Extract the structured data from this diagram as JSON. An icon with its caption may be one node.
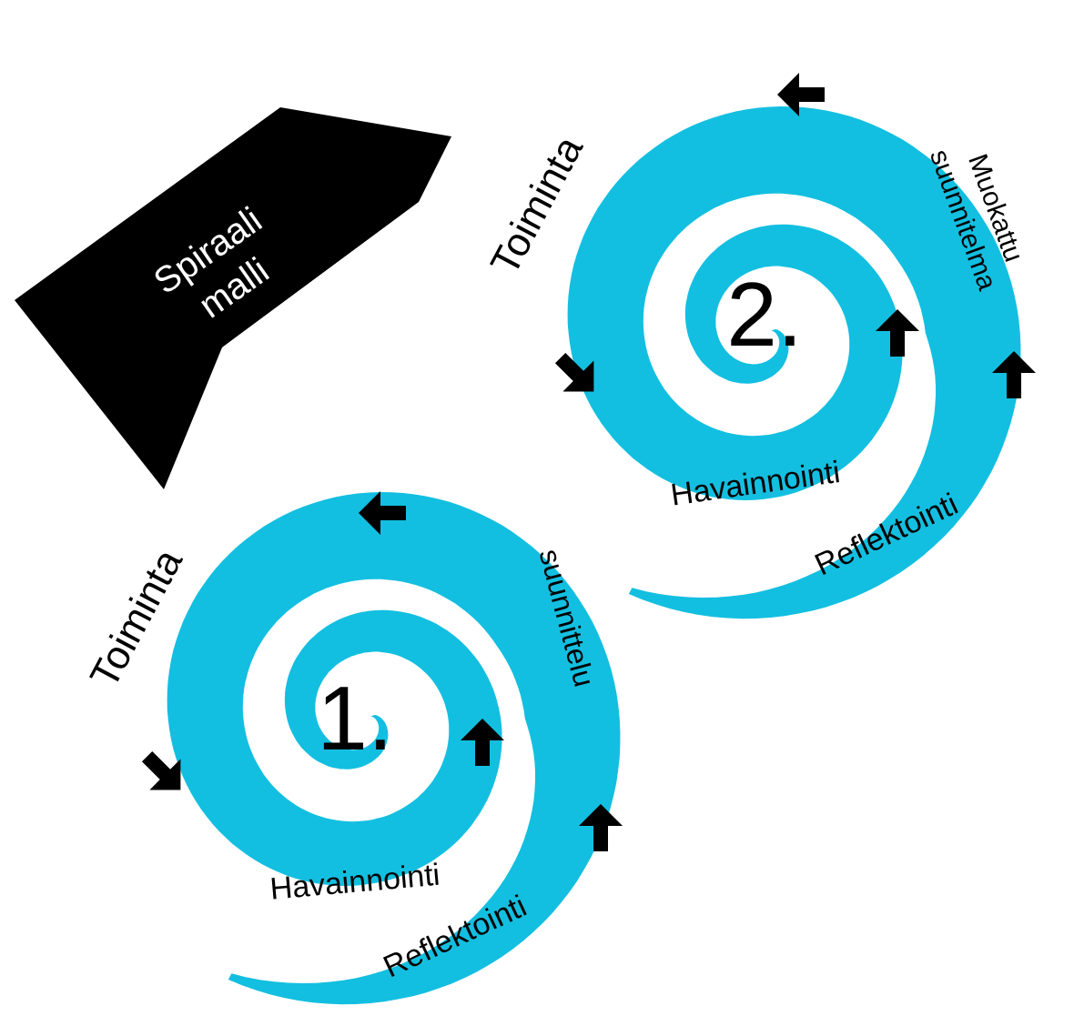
{
  "diagram": {
    "nodes": [
      {
        "text": [
          "Spiraali malli"
        ]
      },
      {
        "text": [
          "2.",
          "Toiminta",
          "Muokattu suunnitelma",
          "Havainnointi",
          "Reflektointi"
        ]
      },
      {
        "text": [
          "1.",
          "Toiminta",
          "suunnittelu",
          "Havainnointi",
          "Reflektointi"
        ]
      }
    ]
  }
}
